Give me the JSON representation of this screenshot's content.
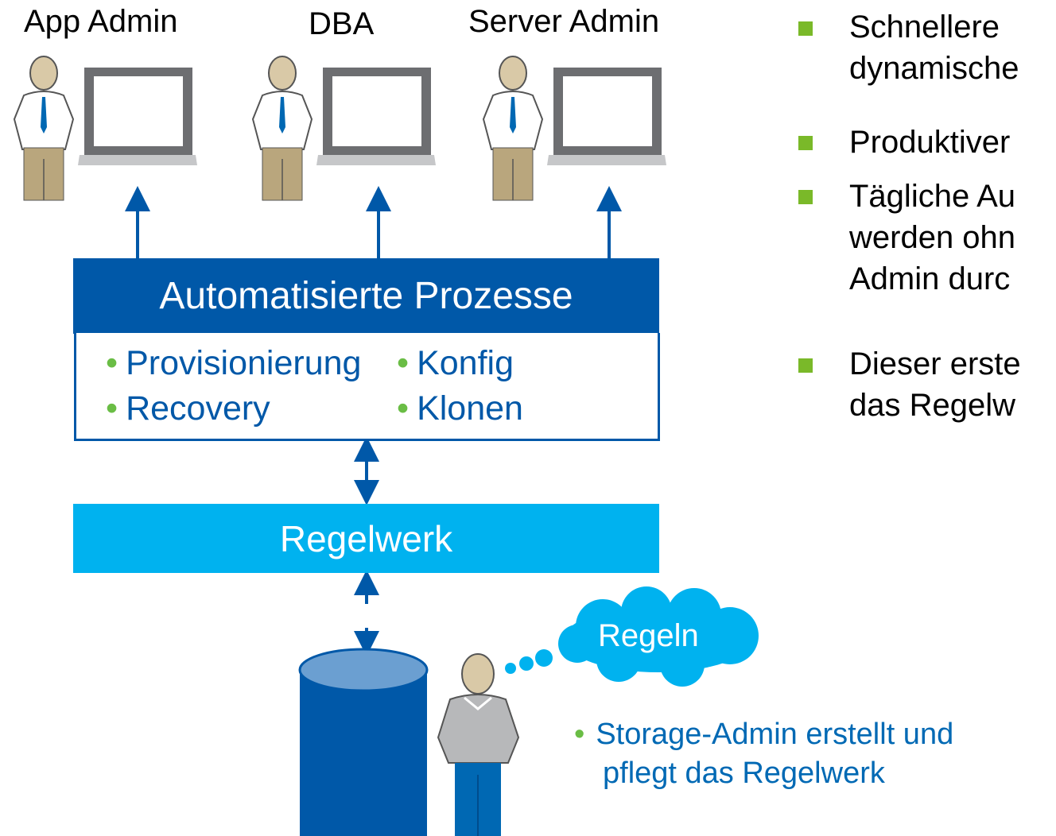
{
  "roles": [
    "App Admin",
    "DBA",
    "Server Admin"
  ],
  "process_box": {
    "title": "Automatisierte Prozesse",
    "items": [
      "Provisionierung",
      "Konfig",
      "Recovery",
      "Klonen"
    ]
  },
  "ruleset": {
    "label": "Regelwerk"
  },
  "cloud": {
    "label": "Regeln"
  },
  "storage_note": {
    "line1": "Storage-Admin erstellt und",
    "line2": "pflegt das Regelwerk"
  },
  "benefits": {
    "b1_line1": "Schnellere",
    "b1_line2": "dynamische",
    "b2_line1": "Produktiver",
    "b3_line1": "Tägliche Au",
    "b3_line2": "werden ohn",
    "b3_line3": "Admin durc",
    "b4_line1": "Dieser erste",
    "b4_line2": "das Regelw"
  },
  "colors": {
    "dark_blue": "#0058a8",
    "light_blue": "#00b2ef",
    "green_bullet": "#6abd45",
    "text_blue": "#0069b4"
  }
}
